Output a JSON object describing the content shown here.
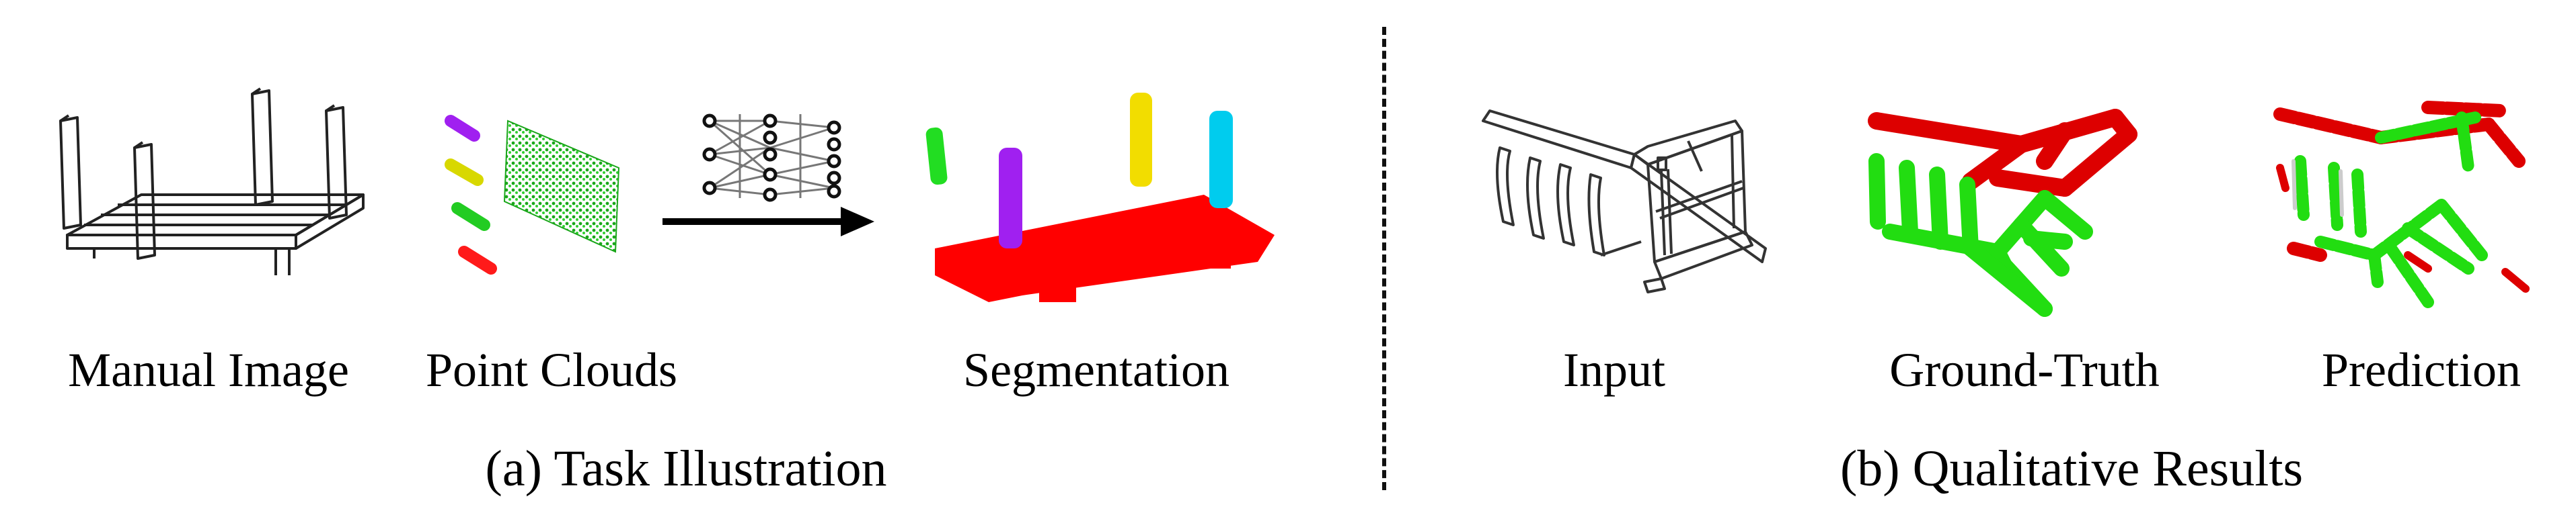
{
  "panel_a": {
    "caption": "(a) Task Illustration",
    "labels": {
      "manual_image": "Manual Image",
      "point_clouds": "Point Clouds",
      "segmentation": "Segmentation"
    },
    "part_colors": [
      "#a020f0",
      "#e6e600",
      "#22cc22",
      "#ff0000",
      "#00d4f0"
    ]
  },
  "panel_b": {
    "caption": "(b) Qualitative Results",
    "labels": {
      "input": "Input",
      "ground_truth": "Ground-Truth",
      "prediction": "Prediction"
    },
    "colors": {
      "back": "#dd0000",
      "seat": "#22dd11"
    }
  }
}
